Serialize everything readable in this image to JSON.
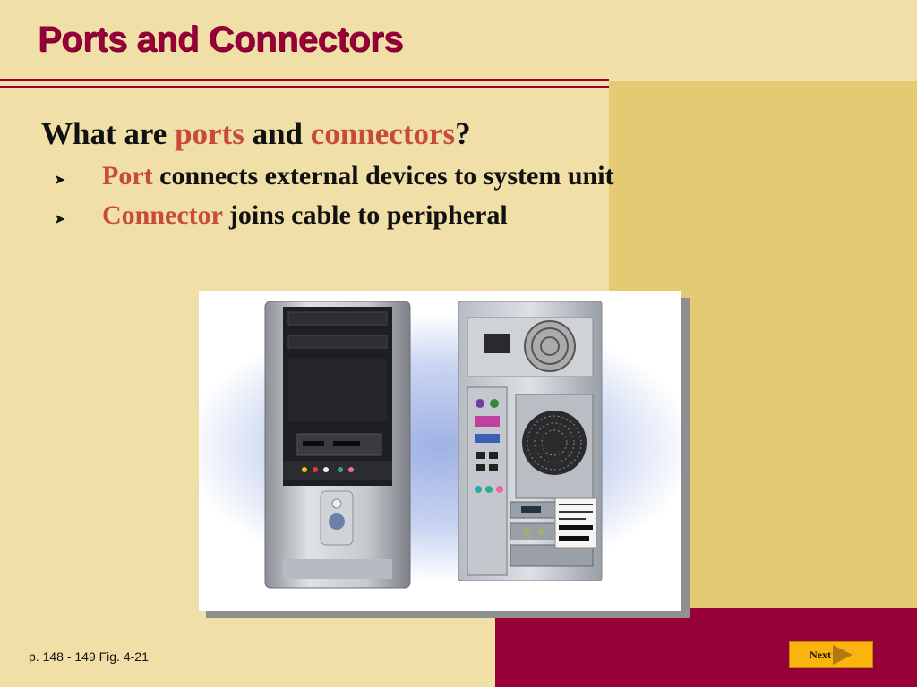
{
  "slide": {
    "title": "Ports and Connectors",
    "question": {
      "prefix": "What are ",
      "term1": "ports",
      "middle": " and ",
      "term2": "connectors",
      "suffix": "?"
    },
    "bullets": [
      {
        "term": "Port",
        "text": " connects external devices to system unit"
      },
      {
        "term": "Connector",
        "text": " joins cable to peripheral"
      }
    ],
    "bullet_icon": "arrowhead-bullet-icon",
    "reference": "p. 148 - 149 Fig. 4-21",
    "next_label": "Next"
  },
  "colors": {
    "maroon": "#98003a",
    "highlight": "#c84a3a",
    "background": "#f0e0a8",
    "panel": "#e4ca72",
    "next_button": "#fbb40e"
  }
}
